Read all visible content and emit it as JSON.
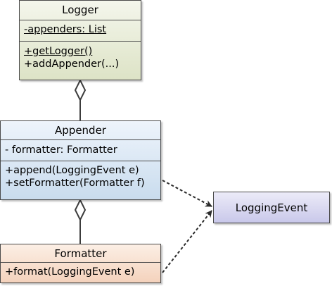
{
  "classes": {
    "logger": {
      "name": "Logger",
      "attributes": [
        "-appenders: List"
      ],
      "operations": [
        "+getLogger()",
        "+addAppender(...)"
      ]
    },
    "appender": {
      "name": "Appender",
      "attributes": [
        "- formatter: Formatter"
      ],
      "operations": [
        "+append(LoggingEvent e)",
        "+setFormatter(Formatter f)"
      ]
    },
    "formatter": {
      "name": "Formatter",
      "operations": [
        "+format(LoggingEvent e)"
      ]
    },
    "logging_event": {
      "name": "LoggingEvent"
    }
  },
  "relationships": [
    {
      "type": "aggregation",
      "whole": "Logger",
      "part": "Appender"
    },
    {
      "type": "aggregation",
      "whole": "Appender",
      "part": "Formatter"
    },
    {
      "type": "dependency",
      "from": "Appender",
      "to": "LoggingEvent"
    },
    {
      "type": "dependency",
      "from": "Formatter",
      "to": "LoggingEvent"
    }
  ],
  "colors": {
    "logger_fill": "#e5e9d2",
    "appender_fill": "#d6e4f2",
    "formatter_fill": "#f8ddca",
    "logging_event_fill": "#d7d6ef",
    "line": "#3c3c3c"
  }
}
